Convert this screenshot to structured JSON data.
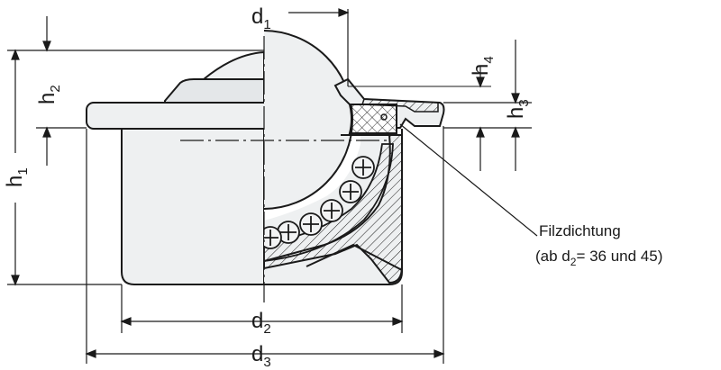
{
  "labels": {
    "d1": {
      "main": "d",
      "sub": "1"
    },
    "d2": {
      "main": "d",
      "sub": "2"
    },
    "d3": {
      "main": "d",
      "sub": "3"
    },
    "h1": {
      "main": "h",
      "sub": "1"
    },
    "h2": {
      "main": "h",
      "sub": "2"
    },
    "h3": {
      "main": "h",
      "sub": "3"
    },
    "h4": {
      "main": "h",
      "sub": "4"
    }
  },
  "callout": {
    "line1": "Filzdichtung",
    "line2_prefix": "(ab d",
    "line2_sub": "2",
    "line2_suffix": "= 36 und 45)"
  },
  "colors": {
    "stroke": "#1a1a1a",
    "fill_light": "#eef0f1",
    "fill_shade": "#dfe2e4",
    "fill_mid": "#c9ced2",
    "background": "#ffffff"
  }
}
